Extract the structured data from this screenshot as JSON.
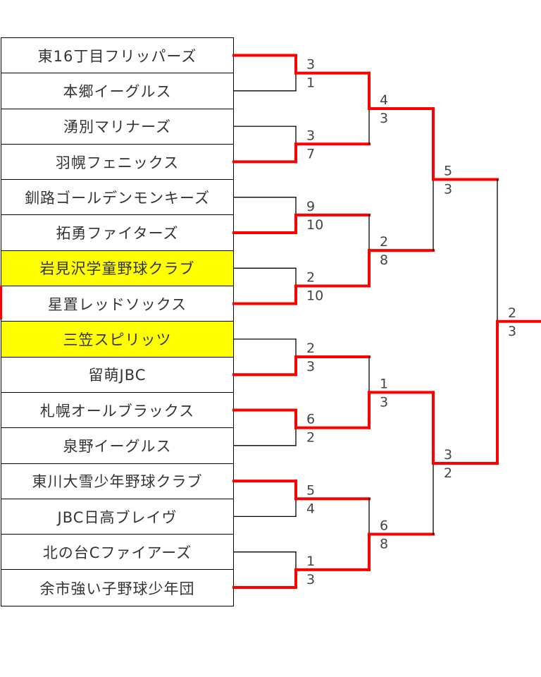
{
  "colors": {
    "winner_line": "#ff0000",
    "line": "#000000",
    "highlight": "#ffff00"
  },
  "teams": [
    {
      "name": "東16丁目フリッパーズ",
      "highlight": false
    },
    {
      "name": "本郷イーグルス",
      "highlight": false
    },
    {
      "name": "湧別マリナーズ",
      "highlight": false
    },
    {
      "name": "羽幌フェニックス",
      "highlight": false
    },
    {
      "name": "釧路ゴールデンモンキーズ",
      "highlight": false
    },
    {
      "name": "拓勇ファイターズ",
      "highlight": false
    },
    {
      "name": "岩見沢学童野球クラブ",
      "highlight": true
    },
    {
      "name": "星置レッドソックス",
      "highlight": false
    },
    {
      "name": "三笠スピリッツ",
      "highlight": true
    },
    {
      "name": "留萌JBC",
      "highlight": false
    },
    {
      "name": "札幌オールブラックス",
      "highlight": false
    },
    {
      "name": "泉野イーグルス",
      "highlight": false
    },
    {
      "name": "東川大雪少年野球クラブ",
      "highlight": false
    },
    {
      "name": "JBC日高ブレイヴ",
      "highlight": false
    },
    {
      "name": "北の台Cファイアーズ",
      "highlight": false
    },
    {
      "name": "余市強い子野球少年団",
      "highlight": false
    }
  ],
  "rounds": [
    [
      [
        "3",
        "1"
      ],
      [
        "3",
        "7"
      ],
      [
        "9",
        "10"
      ],
      [
        "2",
        "10"
      ],
      [
        "2",
        "3"
      ],
      [
        "6",
        "2"
      ],
      [
        "5",
        "4"
      ],
      [
        "1",
        "3"
      ]
    ],
    [
      [
        "4",
        "3"
      ],
      [
        "2",
        "8"
      ],
      [
        "1",
        "3"
      ],
      [
        "6",
        "8"
      ]
    ],
    [
      [
        "5",
        "3"
      ],
      [
        "3",
        "2"
      ]
    ],
    [
      [
        "2",
        "3"
      ]
    ]
  ]
}
